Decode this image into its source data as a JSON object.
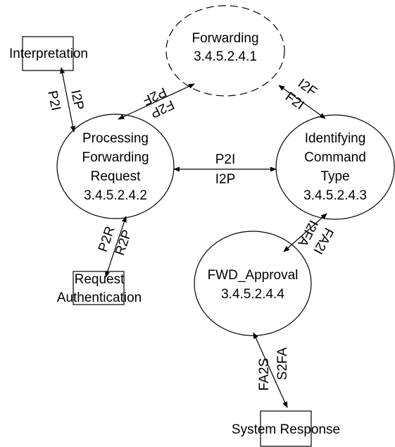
{
  "nodes": {
    "forwarding": {
      "line1": "Forwarding",
      "line2": "3.4.5.2.4.1"
    },
    "processing": {
      "line1": "Processing",
      "line2": "Forwarding",
      "line3": "Request",
      "line4": "3.4.5.2.4.2"
    },
    "identifying": {
      "line1": "Identifying",
      "line2": "Command",
      "line3": "Type",
      "line4": "3.4.5.2.4.3"
    },
    "fwd_approval": {
      "line1": "FWD_Approval",
      "line2": "3.4.5.2.4.4"
    },
    "interpretation": {
      "label": "Interpretation"
    },
    "request_auth": {
      "line1": "Request",
      "line2": "Authentication"
    },
    "system_response": {
      "label": "System Response"
    }
  },
  "flows": {
    "interp_proc": {
      "a": "I2P",
      "b": "P2I"
    },
    "proc_fwd": {
      "a": "P2F",
      "b": "F2P"
    },
    "fwd_ident": {
      "a": "I2F",
      "b": "F2I"
    },
    "proc_ident": {
      "a": "P2I",
      "b": "I2P"
    },
    "proc_auth": {
      "a": "P2R",
      "b": "R2P"
    },
    "ident_approval": {
      "a": "I2FA",
      "b": "FA2I"
    },
    "approval_sys": {
      "a": "FA2S",
      "b": "S2FA"
    }
  }
}
